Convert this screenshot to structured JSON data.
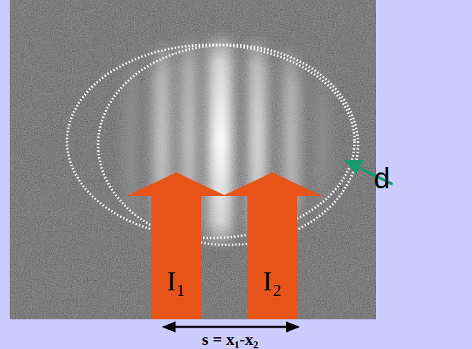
{
  "diagram": {
    "nodes": [
      {
        "text": [
          "I₁"
        ]
      },
      {
        "text": [
          "I₂"
        ]
      }
    ],
    "labels": [
      "d",
      "s = x₁-x₂"
    ]
  }
}
